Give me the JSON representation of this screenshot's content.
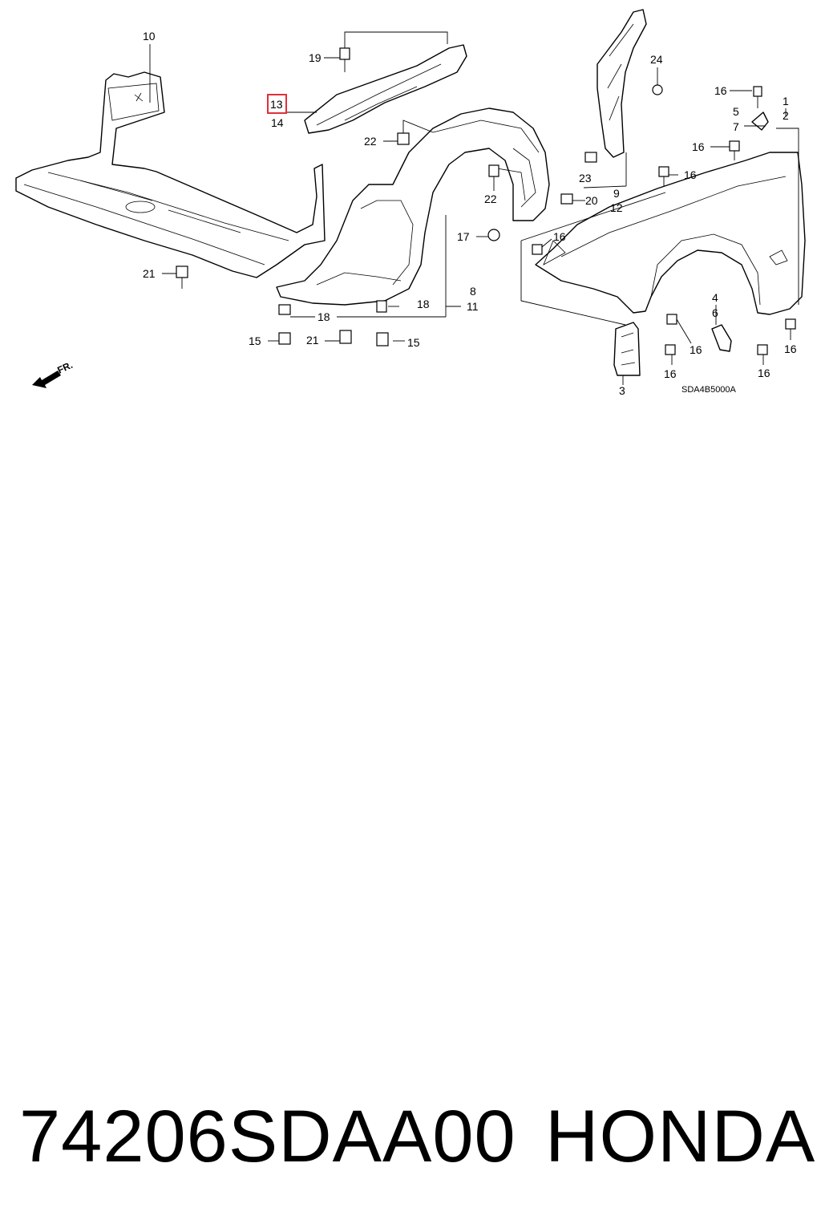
{
  "diagram": {
    "drawing_code": "SDA4B5000A",
    "front_marker": "FR.",
    "highlight_color": "#e0303a",
    "highlighted_callout": "13",
    "callouts": {
      "c10": "10",
      "c19": "19",
      "c13": "13",
      "c14": "14",
      "c24": "24",
      "c16a": "16",
      "c1": "1",
      "c2": "2",
      "c5": "5",
      "c7": "7",
      "c16b": "16",
      "c22a": "22",
      "c23": "23",
      "c16c": "16",
      "c9": "9",
      "c22b": "22",
      "c20": "20",
      "c12": "12",
      "c17": "17",
      "c16d": "16",
      "c21a": "21",
      "c8": "8",
      "c11": "11",
      "c18a": "18",
      "c18b": "18",
      "c4": "4",
      "c6": "6",
      "c15a": "15",
      "c21b": "21",
      "c15b": "15",
      "c16e": "16",
      "c16f": "16",
      "c16g": "16",
      "c16h": "16",
      "c3": "3"
    }
  },
  "footer": {
    "part_number": "74206SDAA00",
    "brand": "HONDA"
  }
}
